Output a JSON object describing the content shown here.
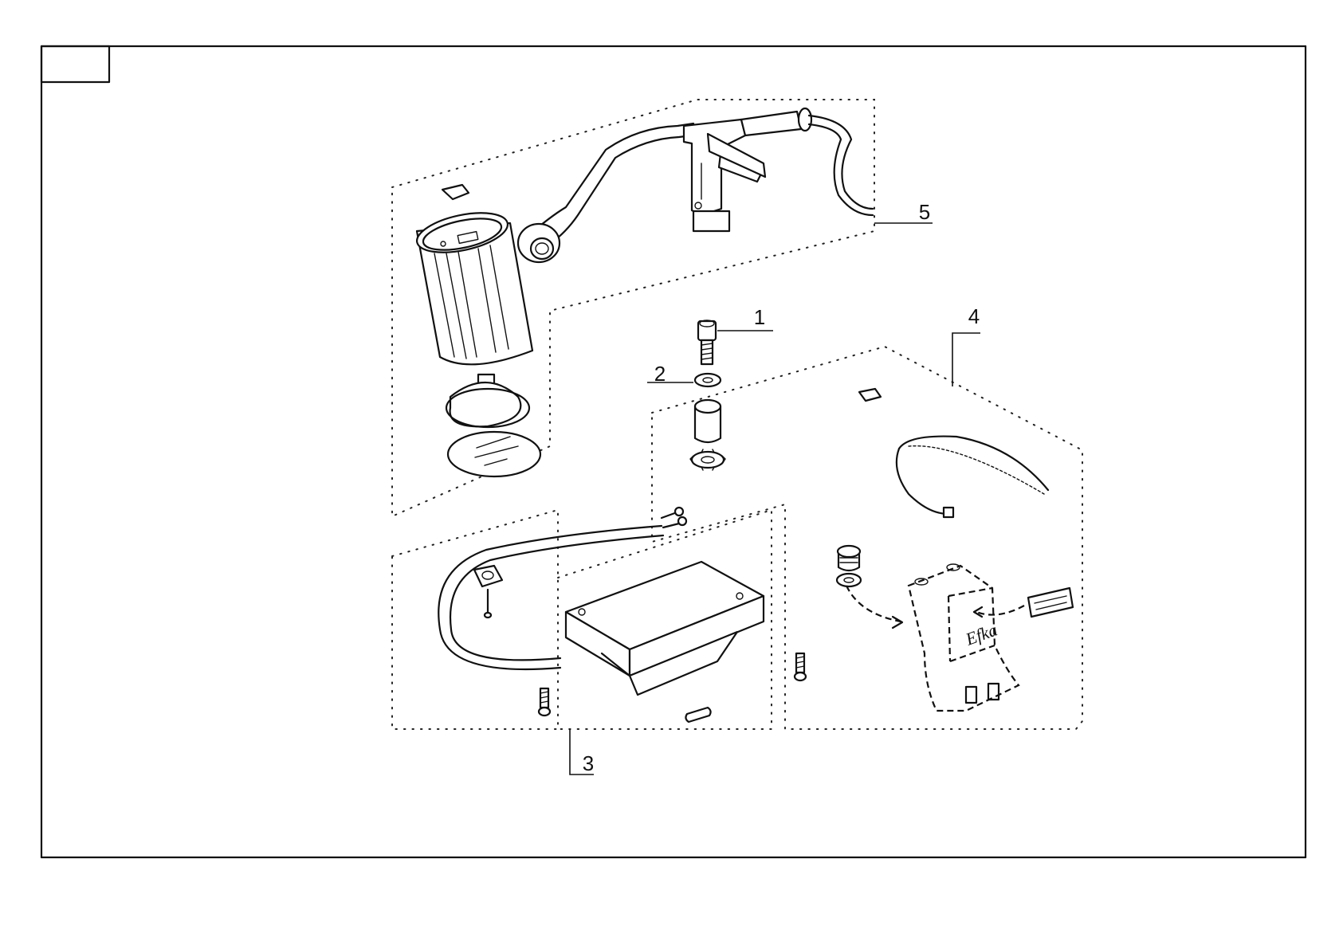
{
  "figure": {
    "type": "exploded-parts-diagram",
    "callouts": [
      {
        "id": "1",
        "label": "1"
      },
      {
        "id": "2",
        "label": "2"
      },
      {
        "id": "3",
        "label": "3"
      },
      {
        "id": "4",
        "label": "4"
      },
      {
        "id": "5",
        "label": "5"
      }
    ],
    "title_box": {
      "text": ""
    },
    "cover_logo_text": "Efka"
  }
}
